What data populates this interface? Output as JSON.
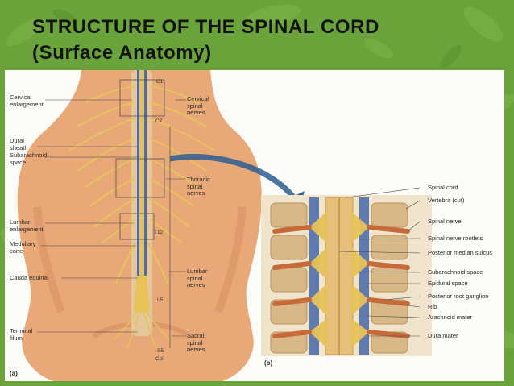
{
  "slide": {
    "title_line1": "STRUCTURE OF THE SPINAL CORD",
    "title_line2": "(Surface Anatomy)"
  },
  "colors": {
    "background": "#6aa33a",
    "title": "#131313",
    "skin": "#e8a878",
    "bone": "#e4c89c",
    "nerve": "#e8c35a",
    "vessel": "#3b5fa8",
    "arrow": "#2b5d93",
    "rib": "#c66a3a"
  },
  "figure_a": {
    "panel_letter": "(a)",
    "left_labels": [
      "Cervical\nenlargement",
      "Dural\nsheath",
      "Subarachnoid\nspace",
      "Lumbar\nenlargement",
      "Medullary\ncone",
      "Cauda equina",
      "Terminal\nfilum"
    ],
    "right_labels": [
      "Cervical\nspinal\nnerves",
      "Thoracic\nspinal\nnerves",
      "Lumbar\nspinal\nnerves",
      "Sacral\nspinal\nnerves"
    ],
    "vertebra_marks": [
      "C1",
      "C7",
      "T12",
      "L5",
      "S5",
      "Col"
    ]
  },
  "figure_b": {
    "panel_letter": "(b)",
    "labels": [
      "Spinal cord",
      "Vertebra (cut)",
      "Spinal nerve",
      "Spinal nerve rootlets",
      "Posterior median sulcus",
      "Subarachnoid space",
      "Epidural space",
      "Posterior root ganglion",
      "Rib",
      "Arachnoid mater",
      "Dura mater"
    ]
  }
}
